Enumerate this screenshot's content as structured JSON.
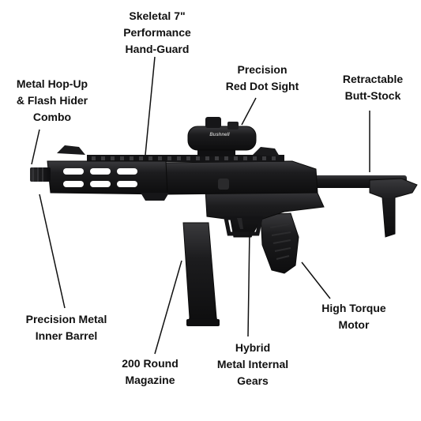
{
  "callouts": {
    "handguard": [
      "Skeletal 7\"",
      "Performance",
      "Hand-Guard"
    ],
    "red_dot": [
      "Precision",
      "Red Dot Sight"
    ],
    "hop_up": [
      "Metal Hop-Up",
      "& Flash Hider",
      "Combo"
    ],
    "stock": [
      "Retractable",
      "Butt-Stock"
    ],
    "barrel": [
      "Precision Metal",
      "Inner Barrel"
    ],
    "magazine": [
      "200 Round",
      "Magazine"
    ],
    "gears": [
      "Hybrid",
      "Metal Internal",
      "Gears"
    ],
    "motor": [
      "High Torque",
      "Motor"
    ]
  },
  "sight_brand": "Bushnell",
  "colors": {
    "text": "#111111",
    "body": "#1c1c1e",
    "body_dark": "#0d0d0e",
    "highlight": "#3a3a3d",
    "leader": "#111111"
  }
}
